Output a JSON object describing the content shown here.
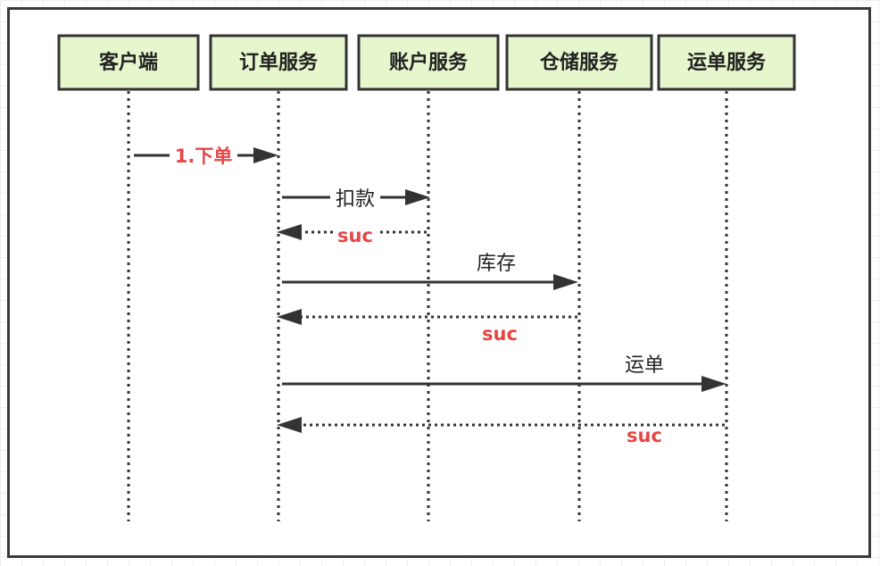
{
  "participants": [
    {
      "id": "client",
      "label": "客户端"
    },
    {
      "id": "order",
      "label": "订单服务"
    },
    {
      "id": "account",
      "label": "账户服务"
    },
    {
      "id": "storage",
      "label": "仓储服务"
    },
    {
      "id": "shipping",
      "label": "运单服务"
    }
  ],
  "messages": [
    {
      "from": "client",
      "to": "order",
      "label": "1.下单",
      "style": "solid",
      "label_color": "red"
    },
    {
      "from": "order",
      "to": "account",
      "label": "扣款",
      "style": "solid",
      "label_color": "dark"
    },
    {
      "from": "account",
      "to": "order",
      "label": "suc",
      "style": "dotted",
      "label_color": "red"
    },
    {
      "from": "order",
      "to": "storage",
      "label": "库存",
      "style": "solid",
      "label_color": "dark"
    },
    {
      "from": "storage",
      "to": "order",
      "label": "suc",
      "style": "dotted",
      "label_color": "red"
    },
    {
      "from": "order",
      "to": "shipping",
      "label": "运单",
      "style": "solid",
      "label_color": "dark"
    },
    {
      "from": "shipping",
      "to": "order",
      "label": "suc",
      "style": "dotted",
      "label_color": "red"
    }
  ],
  "colors": {
    "box_fill": "#e6f6cd",
    "line": "#333333",
    "highlight_text": "#e84545"
  }
}
